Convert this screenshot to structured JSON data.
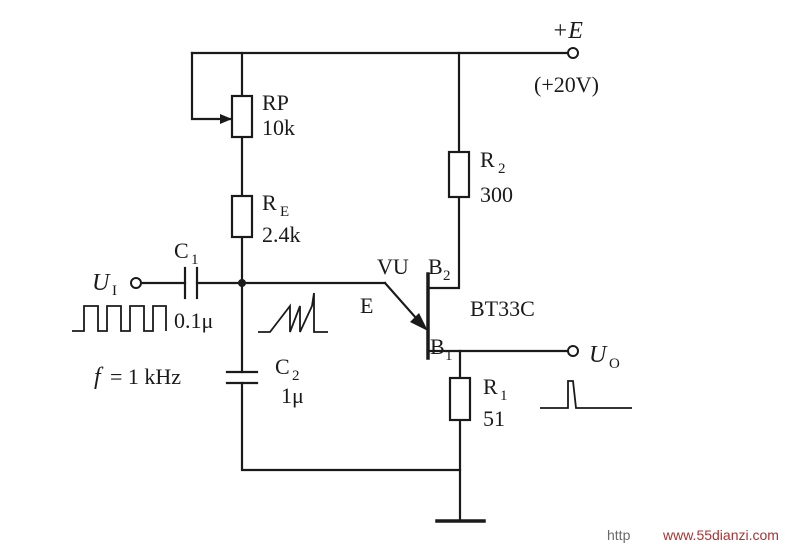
{
  "supply": {
    "label": "+E",
    "value": "(+20V)"
  },
  "rp": {
    "name": "RP",
    "value": "10k"
  },
  "re": {
    "name": "R",
    "sub": "E",
    "value": "2.4k"
  },
  "r2": {
    "name": "R",
    "sub": "2",
    "value": "300"
  },
  "r1": {
    "name": "R",
    "sub": "1",
    "value": "51"
  },
  "c1": {
    "name": "C",
    "sub": "1",
    "value": "0.1μ"
  },
  "c2": {
    "name": "C",
    "sub": "2",
    "value": "1μ"
  },
  "input": {
    "name": "U",
    "sub": "I",
    "freq_prefix": "f",
    "freq_value": "= 1 kHz"
  },
  "output": {
    "name": "U",
    "sub": "O"
  },
  "ujt": {
    "ref": "VU",
    "part": "BT33C",
    "emitter": "E",
    "b2": "B",
    "b2_sub": "2",
    "b1": "B",
    "b1_sub": "1"
  },
  "watermark": {
    "prefix": "http",
    "site": "www.55dianzi.com"
  }
}
